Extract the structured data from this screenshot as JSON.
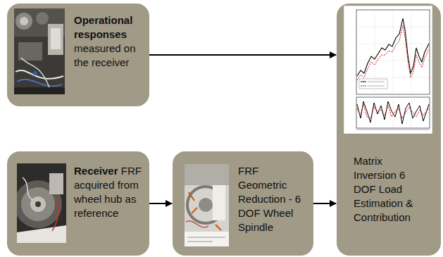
{
  "diagram": {
    "nodes": [
      {
        "text": [
          "Operational responses",
          "measured on the receiver"
        ]
      },
      {
        "text": [
          "Receiver",
          "FRF acquired from wheel hub as reference"
        ]
      },
      {
        "text": [
          "FRF Geometric Reduction - 6 DOF Wheel Spindle"
        ]
      },
      {
        "text": [
          "Matrix Inversion 6 DOF Load Estimation & Contribution"
        ]
      }
    ],
    "edges": [
      {
        "from": 0,
        "to": 3,
        "arrow": "to"
      },
      {
        "from": 1,
        "to": 2,
        "arrow": "to"
      },
      {
        "from": 2,
        "to": 3,
        "arrow": "to"
      }
    ]
  }
}
